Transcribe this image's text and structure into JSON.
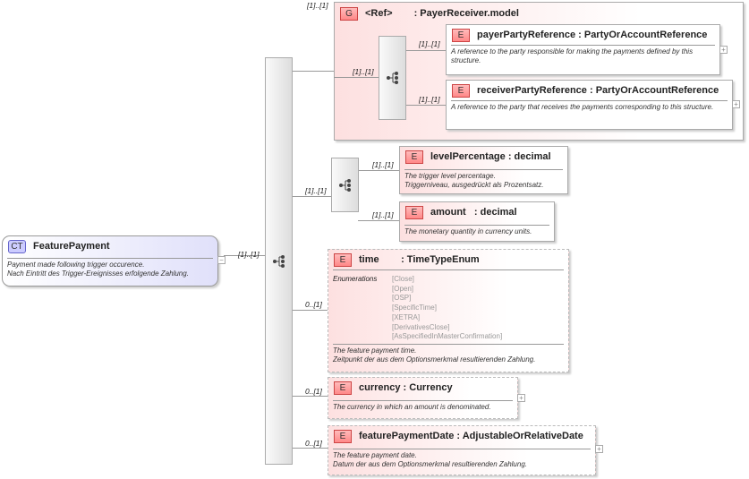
{
  "root": {
    "badge": "CT",
    "name": "FeaturePayment",
    "desc1": "Payment made following trigger occurence.",
    "desc2": "Nach Eintritt des Trigger-Ereignisses erfolgende Zahlung.",
    "collapse": "−"
  },
  "cardinalities": {
    "root": "[1]..[1]",
    "group": "[1]..[1]",
    "group_inner": "[1]..[1]",
    "payer": "[1]..[1]",
    "receiver": "[1]..[1]",
    "seq2": "[1]..[1]",
    "level": "[1]..[1]",
    "amount": "[1]..[1]",
    "time": "0..[1]",
    "currency": "0..[1]",
    "fpd": "0..[1]"
  },
  "group": {
    "badge": "G",
    "name": "<Ref>",
    "type": ": PayerReceiver.model"
  },
  "payer": {
    "badge": "E",
    "name": "payerPartyReference",
    "type": " : PartyOrAccountReference",
    "desc": "A reference to the party responsible for making the payments defined by this structure."
  },
  "receiver": {
    "badge": "E",
    "name": "receiverPartyReference",
    "type": " : PartyOrAccountReference",
    "desc": "A reference to the party that receives the payments corresponding to this structure."
  },
  "level": {
    "badge": "E",
    "name": "levelPercentage",
    "type": " : decimal",
    "desc1": "The trigger level percentage.",
    "desc2": "Triggerniveau, ausgedrückt als Prozentsatz."
  },
  "amount": {
    "badge": "E",
    "name": "amount",
    "type": "   : decimal",
    "desc": "The monetary quantity in currency units."
  },
  "time": {
    "badge": "E",
    "name": "time",
    "type": "        : TimeTypeEnum",
    "enum_label": "Enumerations",
    "enums": [
      "[Close]",
      "[Open]",
      "[OSP]",
      "[SpecificTime]",
      "[XETRA]",
      "[DerivativesClose]",
      "[AsSpecifiedInMasterConfirmation]"
    ],
    "desc1": "The feature payment time.",
    "desc2": "Zeitpunkt der aus dem Optionsmerkmal resultierenden Zahlung."
  },
  "currency": {
    "badge": "E",
    "name": "currency",
    "type": " : Currency",
    "desc": "The currency in which an amount is denominated."
  },
  "fpd": {
    "badge": "E",
    "name": "featurePaymentDate",
    "type": " : AdjustableOrRelativeDate",
    "desc1": "The feature payment date.",
    "desc2": "Datum der aus dem Optionsmerkmal resultierenden Zahlung."
  },
  "expand": "+"
}
